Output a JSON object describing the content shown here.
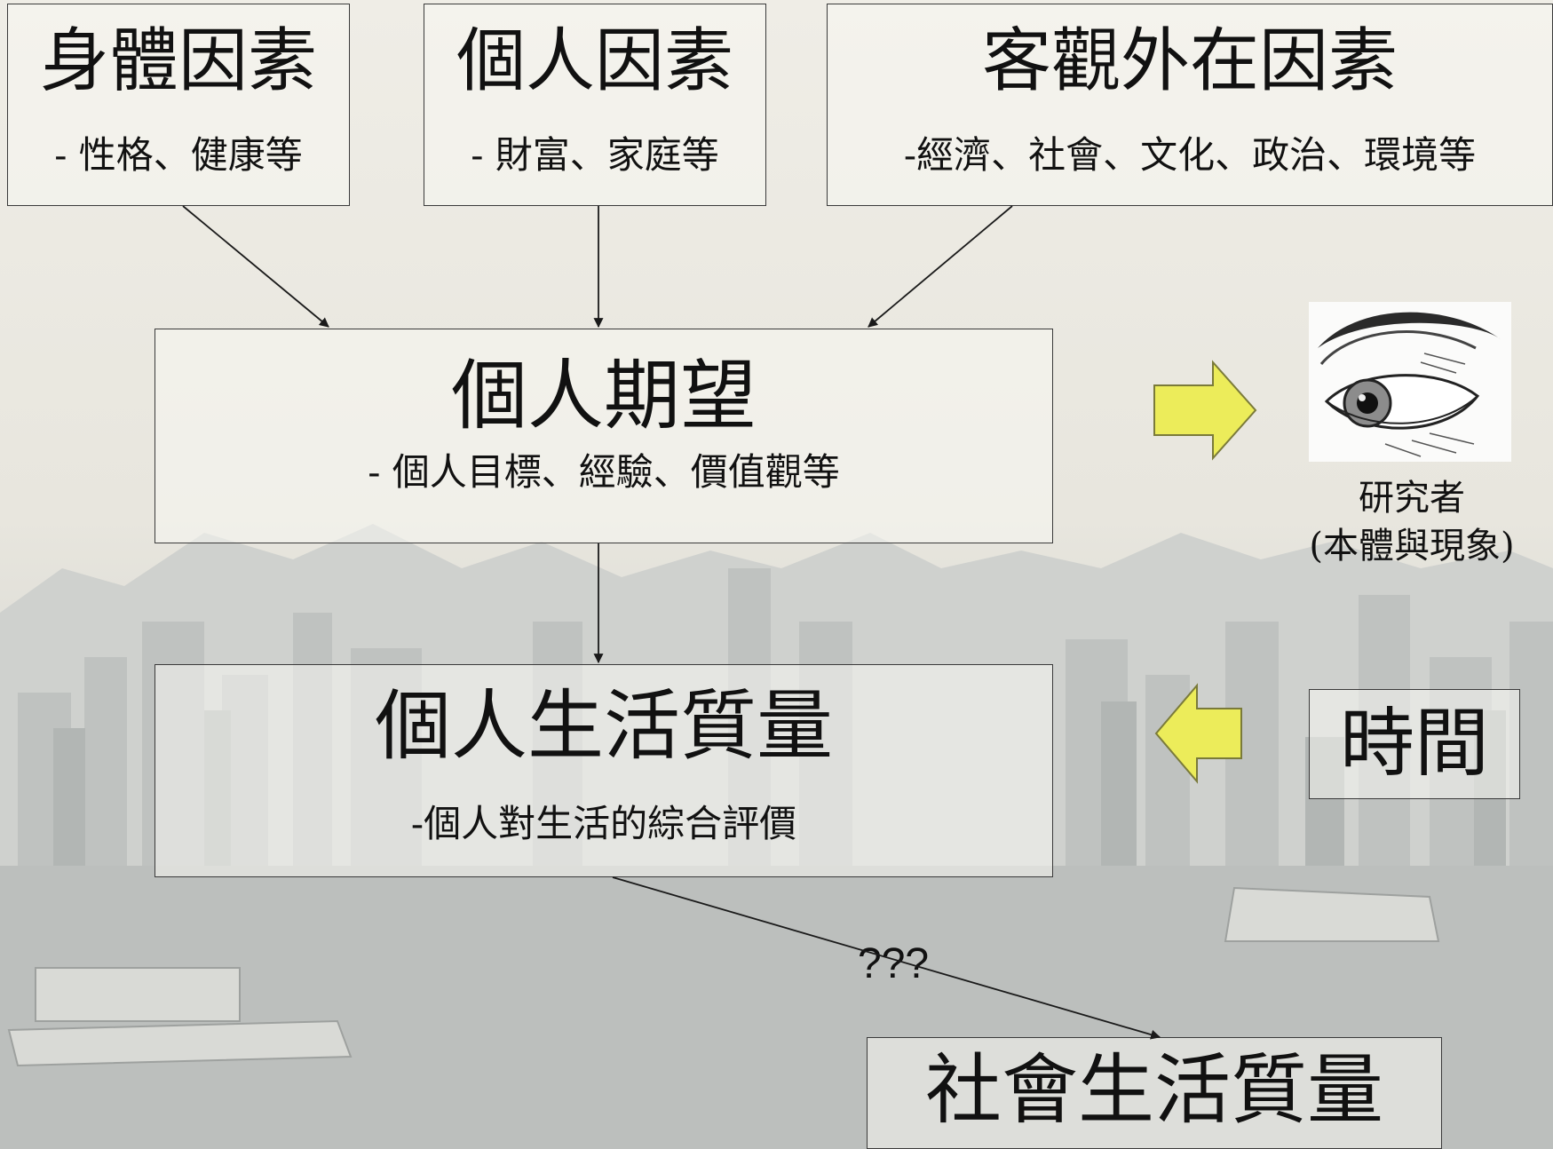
{
  "boxes": {
    "body_factors": {
      "title": "身體因素",
      "subtitle": "- 性格、健康等"
    },
    "personal_factors": {
      "title": "個人因素",
      "subtitle": "- 財富、家庭等"
    },
    "objective_factors": {
      "title": "客觀外在因素",
      "subtitle": "-經濟、社會、文化、政治、環境等"
    },
    "personal_expectation": {
      "title": "個人期望",
      "subtitle": "- 個人目標、經驗、價值觀等"
    },
    "personal_qol": {
      "title": "個人生活質量",
      "subtitle": "-個人對生活的綜合評價"
    },
    "time": {
      "title": "時間"
    },
    "social_qol": {
      "title": "社會生活質量"
    }
  },
  "researcher": {
    "line1": "研究者",
    "line2": "(本體與現象)"
  },
  "question_label": "???",
  "colors": {
    "arrow_fill": "#ecec5a",
    "arrow_stroke": "#7a7a3a",
    "line": "#1a1a1a"
  },
  "icons": {
    "researcher": "eye-icon",
    "background": "city-harbour-skyline"
  }
}
